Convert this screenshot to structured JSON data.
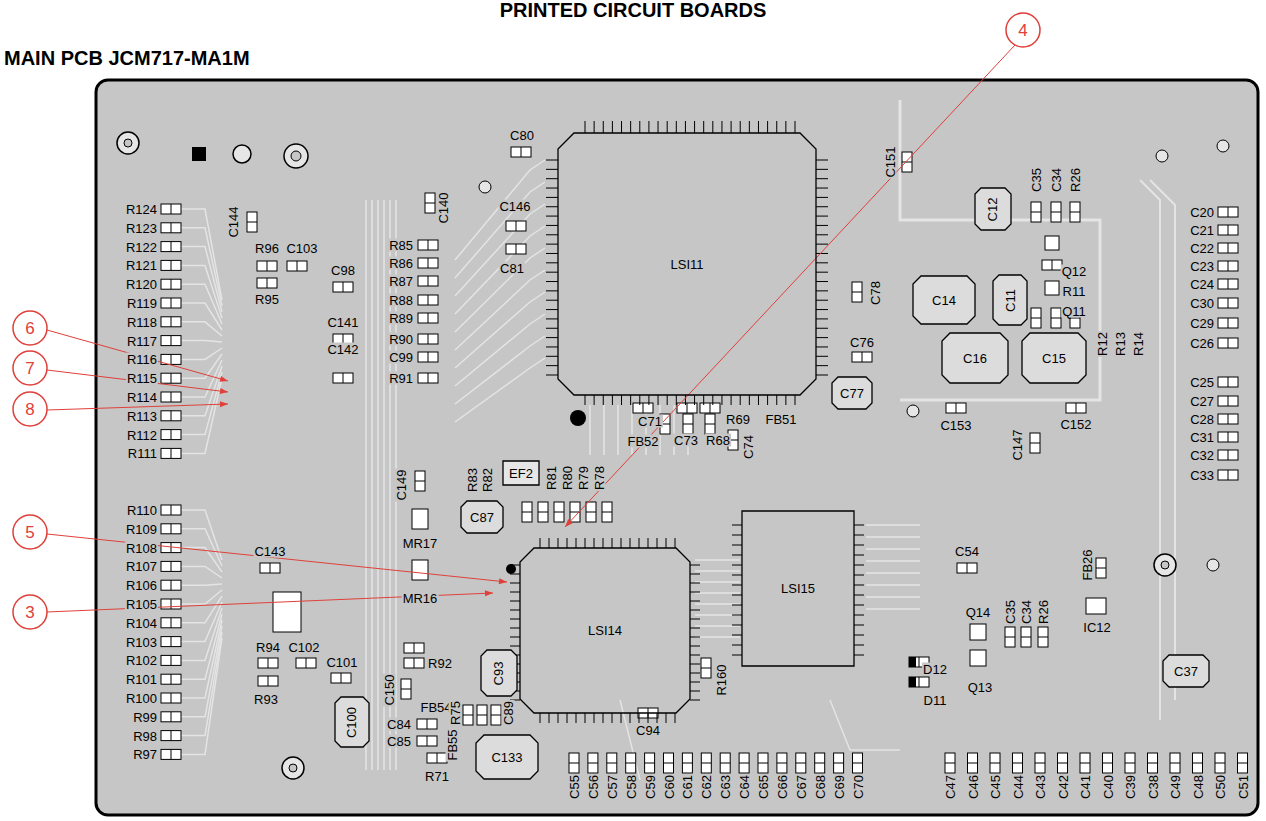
{
  "diagram": {
    "title": "PRINTED CIRCUIT BOARDS",
    "nodes": [
      {
        "text": [
          "LSI11"
        ]
      },
      {
        "text": [
          "LSI14"
        ]
      },
      {
        "text": [
          "LSI15"
        ]
      },
      {
        "text": [
          "C12"
        ]
      },
      {
        "text": [
          "C11"
        ]
      },
      {
        "text": [
          "C14"
        ]
      },
      {
        "text": [
          "C16"
        ]
      },
      {
        "text": [
          "C15"
        ]
      },
      {
        "text": [
          "C77"
        ]
      },
      {
        "text": [
          "C87"
        ]
      },
      {
        "text": [
          "C93"
        ]
      },
      {
        "text": [
          "C100"
        ]
      },
      {
        "text": [
          "C133"
        ]
      },
      {
        "text": [
          "C37"
        ]
      },
      {
        "text": [
          "EF2"
        ]
      }
    ],
    "labels": [
      "MAIN PCB JCM717-MA1M",
      "4",
      "6",
      "7",
      "8",
      "5",
      "3",
      "R124",
      "R123",
      "R122",
      "R121",
      "R120",
      "R119",
      "R118",
      "R117",
      "R116",
      "R115",
      "R114",
      "R113",
      "R112",
      "R111",
      "R110",
      "R109",
      "R108",
      "R107",
      "R106",
      "R105",
      "R104",
      "R103",
      "R102",
      "R101",
      "R100",
      "R99",
      "R98",
      "R97",
      "C144",
      "R96",
      "C103",
      "R95",
      "C98",
      "C141",
      "C142",
      "R85",
      "R86",
      "R87",
      "R88",
      "R89",
      "R90",
      "C99",
      "R91",
      "C140",
      "C80",
      "C146",
      "C81",
      "C151",
      "C35",
      "C34",
      "R26",
      "Q12",
      "R11",
      "Q11",
      "R12",
      "R13",
      "R14",
      "C20",
      "C21",
      "C22",
      "C23",
      "C24",
      "C30",
      "C29",
      "C26",
      "C25",
      "C27",
      "C28",
      "C31",
      "C32",
      "C33",
      "C78",
      "C76",
      "C153",
      "C152",
      "C147",
      "C71",
      "FB52",
      "C73",
      "R68",
      "R69",
      "FB51",
      "C74",
      "C149",
      "R83",
      "R82",
      "R81",
      "R80",
      "R79",
      "R78",
      "MR17",
      "MR16",
      "C143",
      "R94",
      "C102",
      "R93",
      "C101",
      "R92",
      "C150",
      "FB54",
      "C84",
      "C85",
      "R75",
      "FB55",
      "C89",
      "R71",
      "C94",
      "R160",
      "C54",
      "Q14",
      "C35",
      "C34",
      "R26",
      "D12",
      "D11",
      "Q13",
      "FB26",
      "IC12",
      "C55",
      "C56",
      "C57",
      "C58",
      "C59",
      "C60",
      "C61",
      "C62",
      "C63",
      "C64",
      "C65",
      "C66",
      "C67",
      "C68",
      "C69",
      "C70",
      "C47",
      "C46",
      "C45",
      "C44",
      "C43",
      "C42",
      "C41",
      "C40",
      "C39",
      "C38",
      "C49",
      "C48",
      "C50",
      "C51"
    ]
  }
}
